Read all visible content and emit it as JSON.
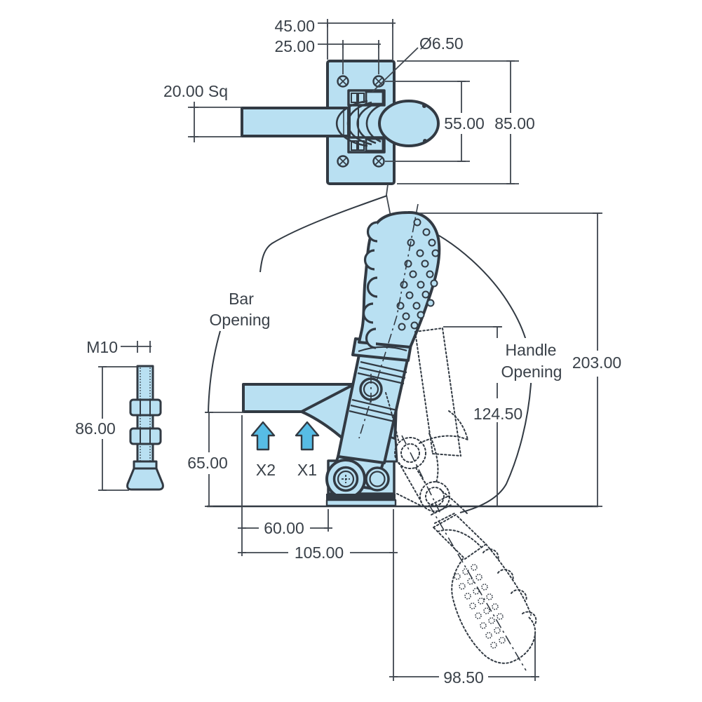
{
  "title": "Toggle clamp technical drawing",
  "colors": {
    "part_fill": "#b9e0f2",
    "outline": "#323a43",
    "dim_line": "#3f464e",
    "arrow_fill": "#57bce5",
    "text": "#3a4149",
    "background": "#ffffff"
  },
  "top_view": {
    "plate_width": "45.00",
    "hole_spacing_h": "25.00",
    "hole_diameter": "Ø6.50",
    "bar_section": "20.00 Sq",
    "hole_spacing_v": "55.00",
    "plate_height": "85.00"
  },
  "side_view": {
    "overall_height": "203.00",
    "open_bar_height": "124.50",
    "bar_height": "65.00",
    "pivot_offset": "60.00",
    "base_length": "105.00",
    "handle_reach": "98.50",
    "bar_opening_line1": "Bar",
    "bar_opening_line2": "Opening",
    "handle_opening_line1": "Handle",
    "handle_opening_line2": "Opening",
    "clamp_point_1": "X1",
    "clamp_point_2": "X2"
  },
  "spindle": {
    "thread": "M10",
    "length": "86.00"
  }
}
